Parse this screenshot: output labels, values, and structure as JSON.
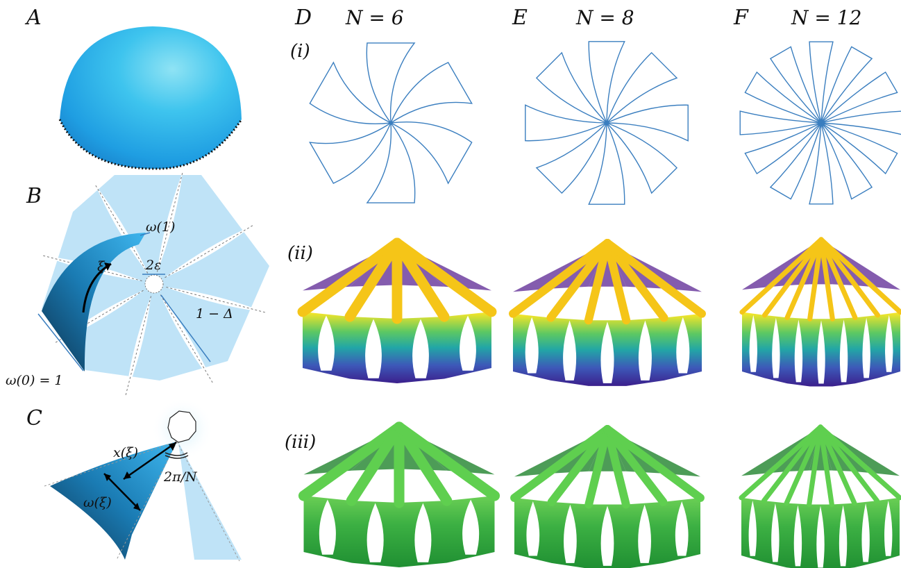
{
  "panels": {
    "A": "A",
    "B": "B",
    "C": "C",
    "D": "D",
    "E": "E",
    "F": "F"
  },
  "columns": [
    {
      "letter": "D",
      "n_label": "N = 6",
      "N": 6
    },
    {
      "letter": "E",
      "n_label": "N = 8",
      "N": 8
    },
    {
      "letter": "F",
      "n_label": "N = 12",
      "N": 12
    }
  ],
  "rows": {
    "i": "(i)",
    "ii": "(ii)",
    "iii": "(iii)"
  },
  "panel_B": {
    "omega1": "ω(1)",
    "two_eps": "2ε",
    "xi": "ξ",
    "one_minus_delta": "1 − Δ",
    "omega0": "ω(0) = 1"
  },
  "panel_C": {
    "x_xi": "x(ξ)",
    "omega_xi": "ω(ξ)",
    "two_pi_N": "2π/N"
  },
  "colors": {
    "outline": "#3a7ebf",
    "light_blue": "#bfe3f7",
    "dome_blue": "#2aa7e6",
    "green": "#3cab3c"
  }
}
